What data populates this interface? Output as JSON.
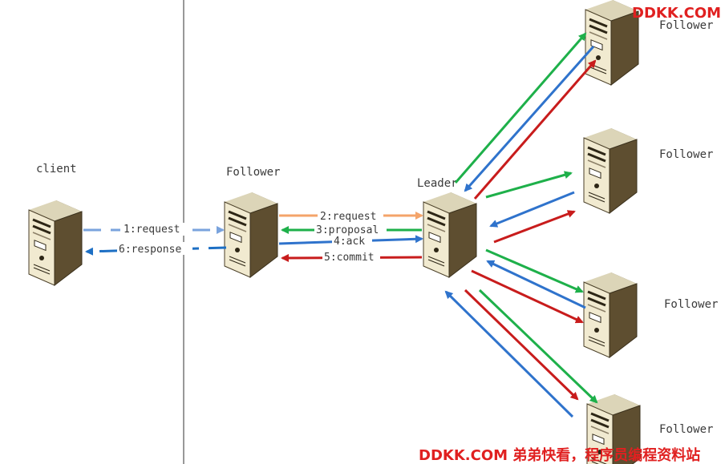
{
  "watermark": {
    "top": "DDKK.COM",
    "bottom": "DDKK.COM 弟弟快看，程序员编程资料站",
    "color": "#e02020"
  },
  "nodes": {
    "client": "client",
    "follower_main": "Follower",
    "leader": "Leader",
    "follower_1": "Follower",
    "follower_2": "Follower",
    "follower_3": "Follower",
    "follower_4": "Follower"
  },
  "messages": {
    "m1": "1:request",
    "m2": "2:request",
    "m3": "3:proposal",
    "m4": "4:ack",
    "m5": "5:commit",
    "m6": "6:response"
  },
  "colors": {
    "request_client": "#7aa3dd",
    "response_client": "#1d6fc4",
    "request": "#f4a46a",
    "proposal": "#1eb04a",
    "ack": "#2f73cc",
    "commit": "#c81c1c"
  }
}
